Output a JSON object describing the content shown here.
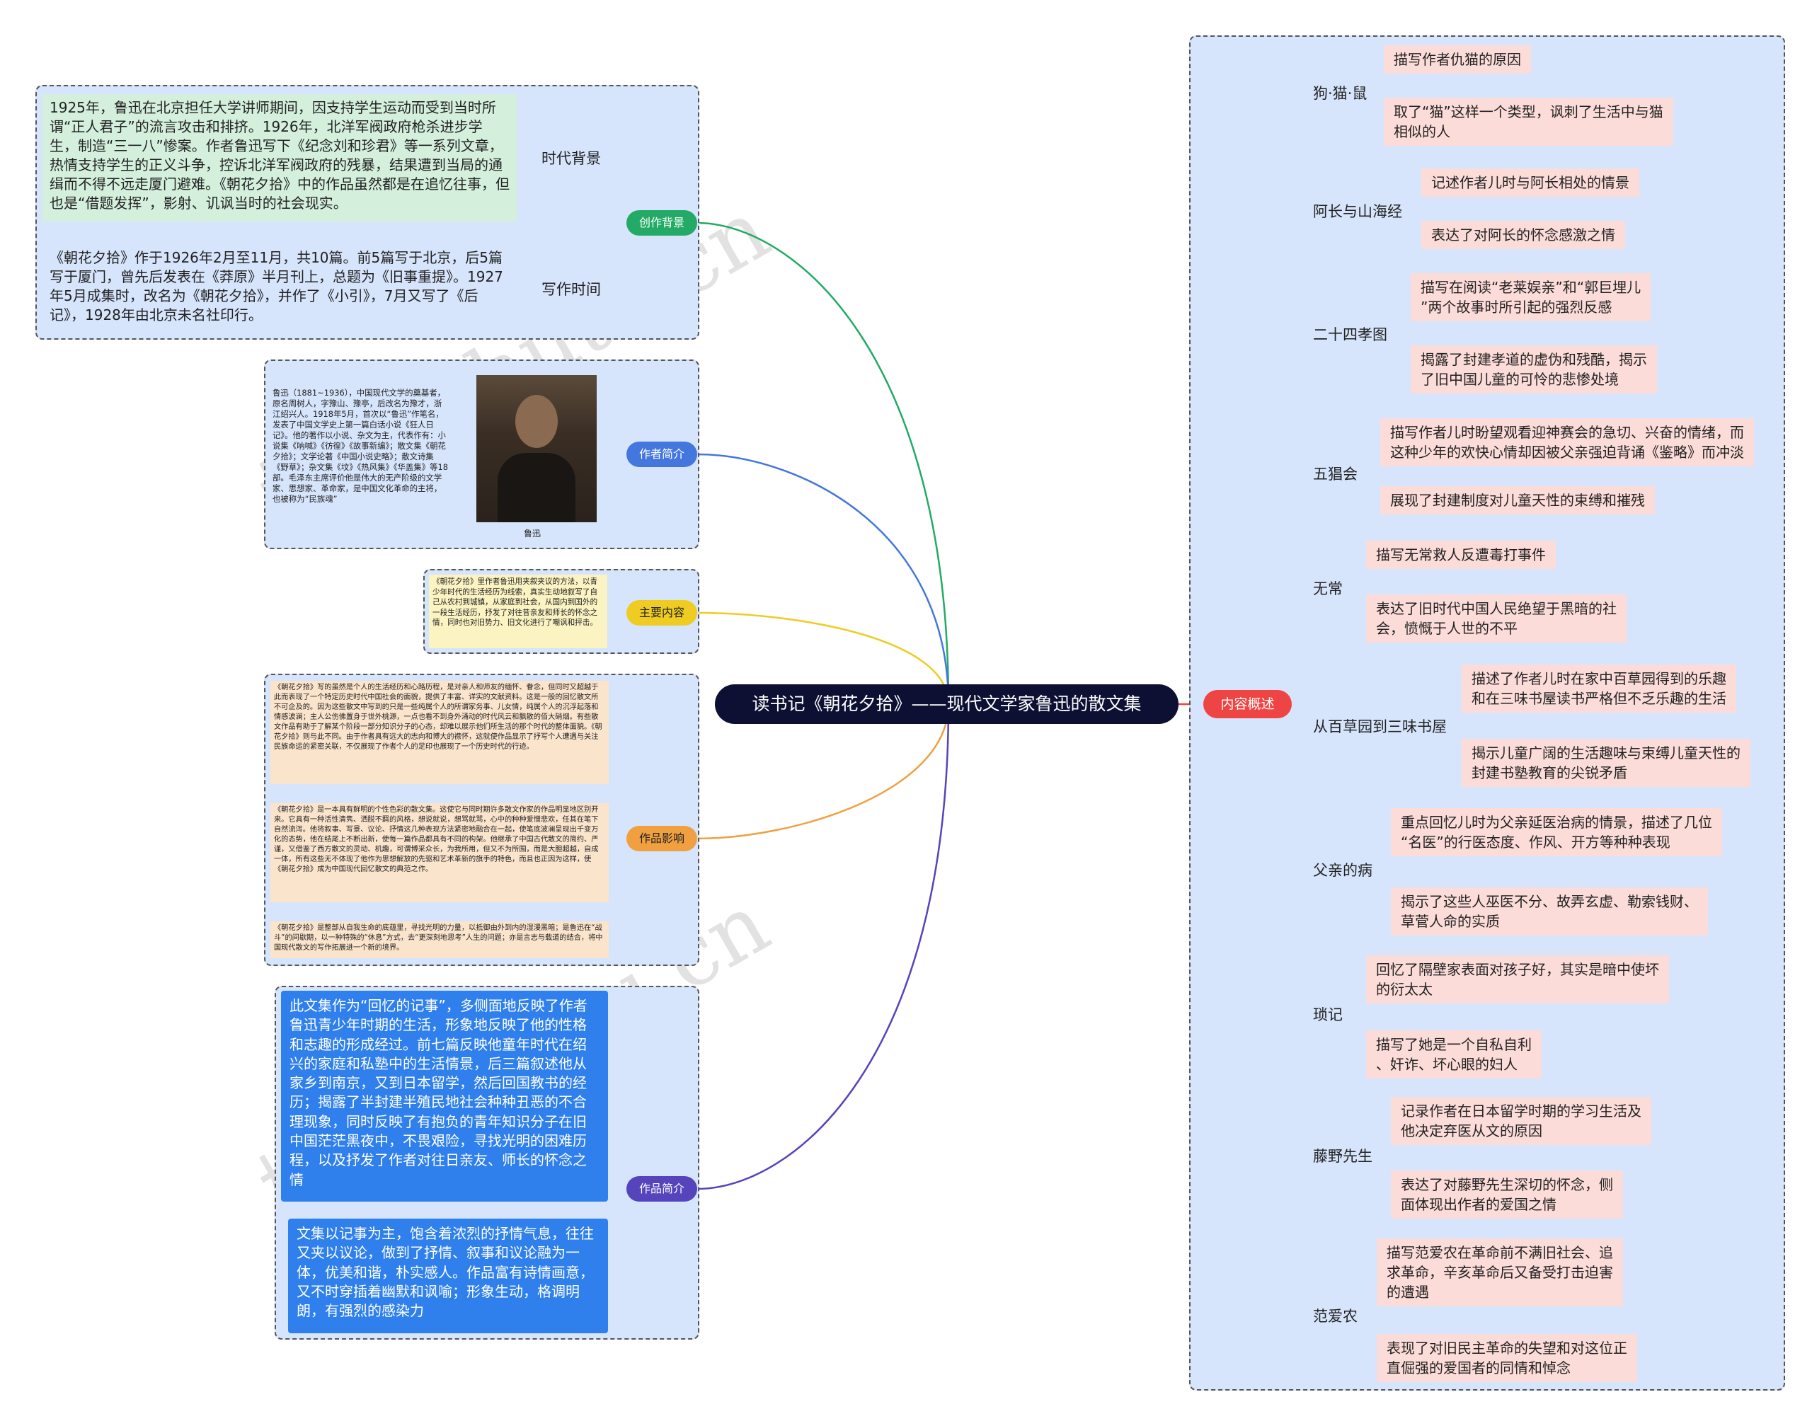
{
  "root": {
    "title": "读书记《朝花夕拾》——现代文学家鲁迅的散文集"
  },
  "right": {
    "label": "内容概述",
    "groups": [
      {
        "title": "狗·猫·鼠",
        "items": [
          "描写作者仇猫的原因",
          "取了“猫”这样一个类型，讽刺了生活中与猫\n相似的人"
        ]
      },
      {
        "title": "阿长与山海经",
        "items": [
          "记述作者儿时与阿长相处的情景",
          "表达了对阿长的怀念感激之情"
        ]
      },
      {
        "title": "二十四孝图",
        "items": [
          "描写在阅读“老莱娱亲”和“郭巨埋儿\n”两个故事时所引起的强烈反感",
          "揭露了封建孝道的虚伪和残酷，揭示\n了旧中国儿童的可怜的悲惨处境"
        ]
      },
      {
        "title": "五猖会",
        "items": [
          "描写作者儿时盼望观看迎神赛会的急切、兴奋的情绪，而\n这种少年的欢快心情却因被父亲强迫背诵《鉴略》而冲淡",
          "展现了封建制度对儿童天性的束缚和摧残"
        ]
      },
      {
        "title": "无常",
        "items": [
          "描写无常救人反遭毒打事件",
          "表达了旧时代中国人民绝望于黑暗的社\n会，愤慨于人世的不平"
        ]
      },
      {
        "title": "从百草园到三味书屋",
        "items": [
          "描述了作者儿时在家中百草园得到的乐趣\n和在三味书屋读书严格但不乏乐趣的生活",
          "揭示儿童广阔的生活趣味与束缚儿童天性的\n封建书塾教育的尖锐矛盾"
        ]
      },
      {
        "title": "父亲的病",
        "items": [
          "重点回忆儿时为父亲延医治病的情景，描述了几位\n“名医”的行医态度、作风、开方等种种表现",
          "揭示了这些人巫医不分、故弄玄虚、勒索钱财、\n草菅人命的实质"
        ]
      },
      {
        "title": "琐记",
        "items": [
          "回忆了隔壁家表面对孩子好，其实是暗中使坏\n的衍太太",
          "描写了她是一个自私自利\n、奸诈、坏心眼的妇人"
        ]
      },
      {
        "title": "藤野先生",
        "items": [
          "记录作者在日本留学时期的学习生活及\n他决定弃医从文的原因",
          "表达了对藤野先生深切的怀念，侧\n面体现出作者的爱国之情"
        ]
      },
      {
        "title": "范爱农",
        "items": [
          "描写范爱农在革命前不满旧社会、追\n求革命，辛亥革命后又备受打击迫害\n的遭遇",
          "表现了对旧民主革命的失望和对这位正\n直倔强的爱国者的同情和悼念"
        ]
      }
    ]
  },
  "left": {
    "creation": {
      "label": "创作背景",
      "sub1": "时代背景",
      "sub2": "写作时间",
      "text1": "1925年，鲁迅在北京担任大学讲师期间，因支持学生运动而受到当时所谓“正人君子”的流言攻击和排挤。1926年，北洋军阀政府枪杀进步学生，制造“三一八”惨案。作者鲁迅写下《纪念刘和珍君》等一系列文章，热情支持学生的正义斗争，控诉北洋军阀政府的残暴，结果遭到当局的通缉而不得不远走厦门避难。《朝花夕拾》中的作品虽然都是在追忆往事，但也是“借题发挥”，影射、讥讽当时的社会现实。",
      "text2": "《朝花夕拾》作于1926年2月至11月，共10篇。前5篇写于北京，后5篇写于厦门，曾先后发表在《莽原》半月刊上，总题为《旧事重提》。1927年5月成集时，改名为《朝花夕拾》，并作了《小引》，7月又写了《后记》，1928年由北京未名社印行。"
    },
    "author": {
      "label": "作者简介",
      "text": "鲁迅（1881~1936），中国现代文学的奠基者，原名周树人，字豫山、豫亭，后改名为豫才，浙江绍兴人。1918年5月，首次以“鲁迅”作笔名，发表了中国文学史上第一篇白话小说《狂人日记》。他的著作以小说、杂文为主，代表作有：小说集《呐喊》《彷徨》《故事新编》；散文集《朝花夕拾》；文学论著《中国小说史略》；散文诗集《野草》；杂文集《坟》《热风集》《华盖集》等18部。毛泽东主席评价他是伟大的无产阶级的文学家、思想家、革命家，是中国文化革命的主将，也被称为“民族魂”",
      "caption": "鲁迅"
    },
    "content": {
      "label": "主要内容",
      "text": "《朝花夕拾》里作者鲁迅用夹叙夹议的方法，以青少年时代的生活经历为线索，真实生动地叙写了自己从农村到城镇，从家庭到社会，从国内到国外的一段生活经历，抒发了对往昔亲友和师长的怀念之情，同时也对旧势力、旧文化进行了嘲讽和抨击。"
    },
    "impact": {
      "label": "作品影响",
      "texts": [
        "《朝花夕拾》写的虽然是个人的生活经历和心路历程，是对亲人和师友的缅怀、眷念，但同时又超越于此而表现了一个特定历史时代中国社会的面貌，提供了丰富、详实的文献资料。这是一般的回忆散文所不可企及的。因为这些散文中写到的只是一些纯属个人的所谓家务事、儿女情，纯属个人的沉浮起落和情感波澜；主人公伤佛置身于世外桃源，一点也看不到身外涌动的时代风云和飘散的佰大硝烟。有些散文作品有助于了解某个阶段一部分知识分子的心态，却难以展示他们所生活的那个时代的整体面貌。《朝花夕拾》则与此不同。由于作者具有远大的志向和博大的襟怀，这就使作品显示了抒写个人遭遇与关注民族命运的紧密关联，不仅展现了作者个人的足印也展现了一个历史时代的行迹。",
        "《朝花夕拾》是一本具有鲜明的个性色彩的散文集。这使它与同时期许多散文作家的作品明显地区别开来。它具有一种活性清隽、洒脱不羁的风格，想说就说，想骂就骂，心中的种种爱憎悲欢，任其在笔下自然流泻。他将叙事、写景、议论、抒情这几种表现方法紧密地融合在一起，使笔底波澜呈现出千变万化的态势，他在结尾上不断出新，使每一篇作品都具有不同的构架。他继承了中国古代散文的简约、严谨，又借鉴了西方散文的灵动、机趣，可谓博采众长，为我所用，但又不为所囿，而是大胆超越，自成一体，所有这些无不体现了他作为思想解放的先驱和艺术革新的旗手的特色，而且也正因为这样，使《朝花夕拾》成为中国现代回忆散文的典范之作。",
        "《朝花夕拾》是整部从自我生命的底蕴里，寻找光明的力量，以抵御由外到内的湿漫黑暗；是鲁迅在“战斗”的间歇期，以一种特殊的“休息”方式，去“更深刻地思考”人生的问题；亦是言志与载道的结合，将中国现代散文的写作拓展进一个新的境界。"
      ]
    },
    "works": {
      "label": "作品简介",
      "text1": "此文集作为“回忆的记事”，多侧面地反映了作者鲁迅青少年时期的生活，形象地反映了他的性格和志趣的形成经过。前七篇反映他童年时代在绍兴的家庭和私塾中的生活情景，后三篇叙述他从家乡到南京，又到日本留学，然后回国教书的经历；揭露了半封建半殖民地社会种种丑恶的不合理现象，同时反映了有抱负的青年知识分子在旧中国茫茫黑夜中，不畏艰险，寻找光明的困难历程，以及抒发了作者对往日亲友、师长的怀念之情",
      "text2": "文集以记事为主，饱含着浓烈的抒情气息，往往又夹以议论，做到了抒情、叙事和议论融为一体，优美和谐，朴实感人。作品富有诗情画意，又不时穿插着幽默和讽喻；形象生动，格调明朗，有强烈的感染力"
    }
  },
  "watermark": "树图 shutu.cn",
  "colors": {
    "root_bg": "#0d1033",
    "red": "#ee4444",
    "green": "#22aa66",
    "blue": "#4477dd",
    "yellow": "#eecc22",
    "orange": "#f0a040",
    "purple": "#5544bb",
    "leaf_bg": "#fcdcd8",
    "panel_bg": "#d6e4fc"
  }
}
